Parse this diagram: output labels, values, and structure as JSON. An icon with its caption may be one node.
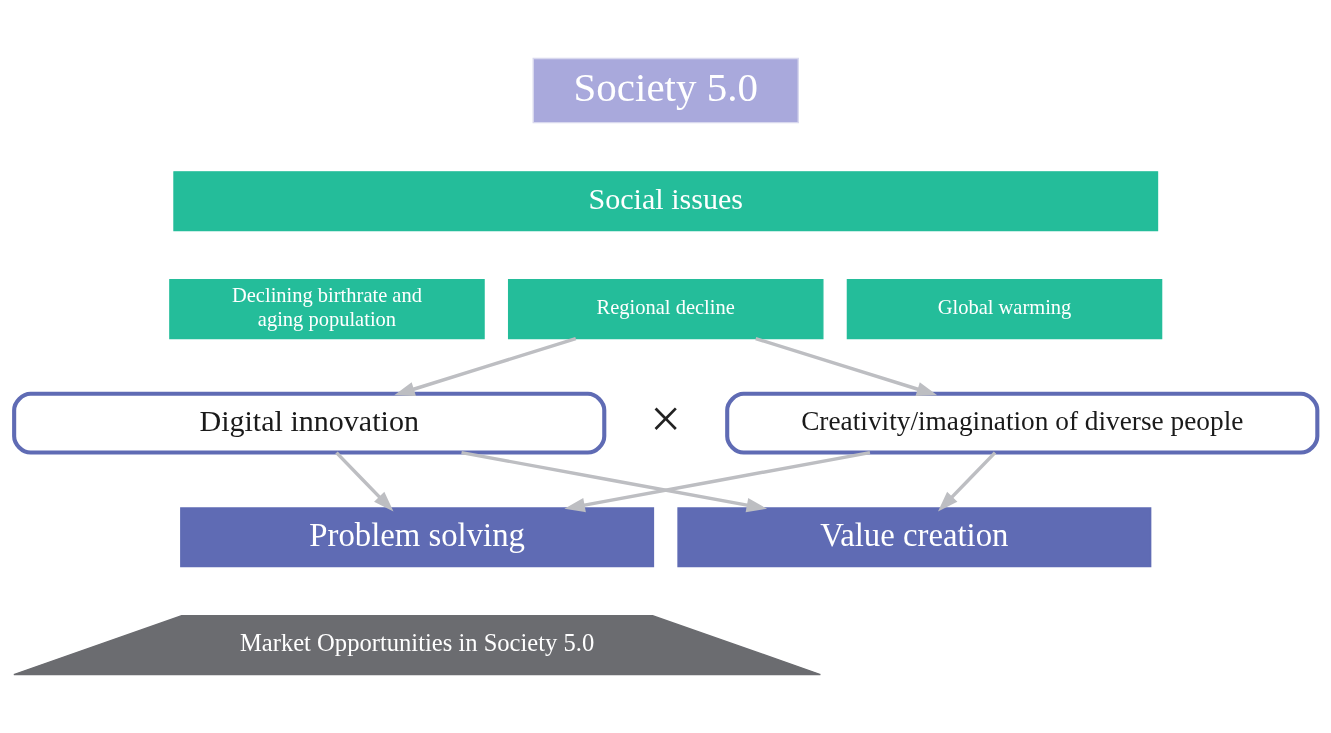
{
  "diagram": {
    "nodes": [
      {
        "text": [
          "Society 5.0"
        ]
      },
      {
        "text": [
          "Social issues"
        ]
      },
      {
        "text": [
          "Declining birthrate and aging population"
        ]
      },
      {
        "text": [
          "Regional decline"
        ]
      },
      {
        "text": [
          "Global warming"
        ]
      },
      {
        "text": [
          "Digital innovation"
        ]
      },
      {
        "text": [
          "Creativity/imagination of diverse people"
        ]
      },
      {
        "text": [
          "Problem solving"
        ]
      },
      {
        "text": [
          "Value creation"
        ]
      },
      {
        "text": [
          "Market Opportunities in Society 5.0"
        ]
      }
    ],
    "edges": [
      {
        "from": 3,
        "to": 5,
        "arrow": "to"
      },
      {
        "from": 3,
        "to": 6,
        "arrow": "to"
      },
      {
        "from": 5,
        "to": 7,
        "arrow": "to"
      },
      {
        "from": 5,
        "to": 8,
        "arrow": "to"
      },
      {
        "from": 6,
        "to": 7,
        "arrow": "to"
      },
      {
        "from": 6,
        "to": 8,
        "arrow": "to"
      }
    ],
    "labels": [
      "×"
    ]
  }
}
